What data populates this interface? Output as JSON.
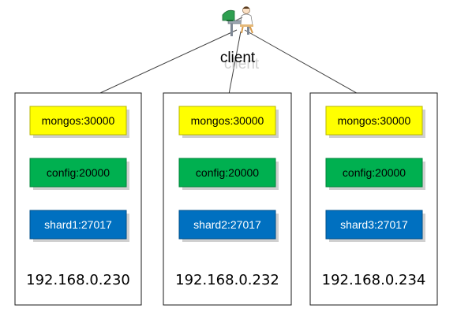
{
  "client": {
    "label": "client",
    "icon": "person-at-computer-icon"
  },
  "servers": [
    {
      "ip": "192.168.0.230",
      "mongos": "mongos:30000",
      "config": "config:20000",
      "shard": "shard1:27017"
    },
    {
      "ip": "192.168.0.232",
      "mongos": "mongos:30000",
      "config": "config:20000",
      "shard": "shard2:27017"
    },
    {
      "ip": "192.168.0.234",
      "mongos": "mongos:30000",
      "config": "config:20000",
      "shard": "shard3:27017"
    }
  ],
  "colors": {
    "mongos_fill": "#ffff00",
    "mongos_stroke": "#b7b700",
    "config_fill": "#00b050",
    "config_stroke": "#00853a",
    "shard_fill": "#0070c0",
    "shard_stroke": "#004f8a",
    "shadow": "#d0d0d0",
    "server_border": "#1a1a1a",
    "arrow": "#404040"
  }
}
